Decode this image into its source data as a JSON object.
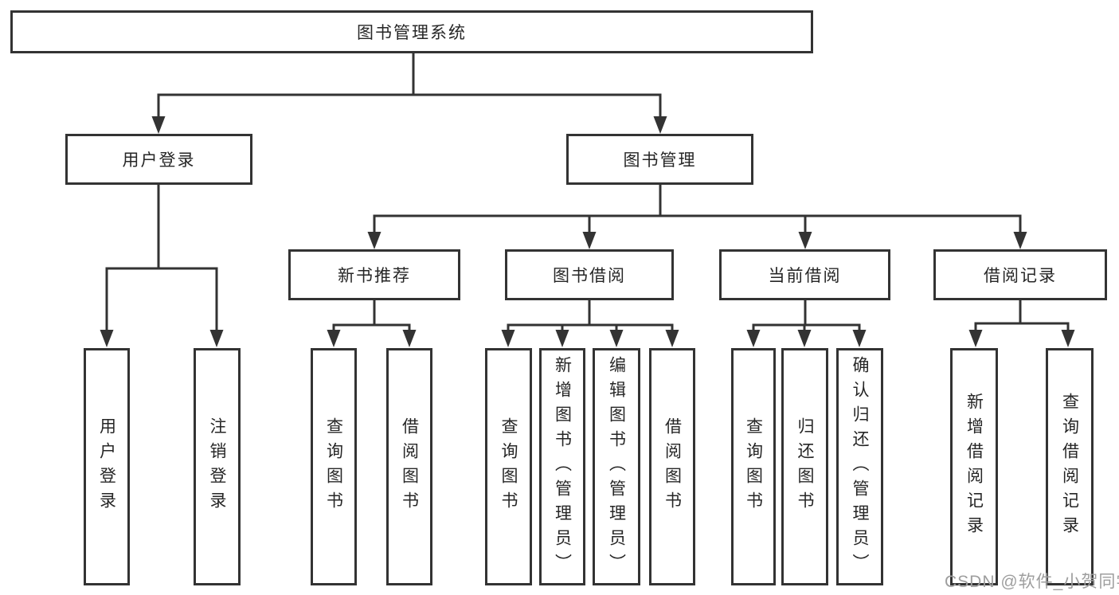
{
  "diagram": {
    "title": "图书管理系统",
    "type": "tree",
    "root": {
      "label": "图书管理系统"
    },
    "level2": [
      {
        "label": "用户登录"
      },
      {
        "label": "图书管理"
      }
    ],
    "level3": [
      {
        "label": "新书推荐"
      },
      {
        "label": "图书借阅"
      },
      {
        "label": "当前借阅"
      },
      {
        "label": "借阅记录"
      }
    ],
    "leaves": {
      "user_login": [
        {
          "label": "用户登录"
        },
        {
          "label": "注销登录"
        }
      ],
      "new_book_recommend": [
        {
          "label": "查询图书"
        },
        {
          "label": "借阅图书"
        }
      ],
      "book_borrow": [
        {
          "label": "查询图书"
        },
        {
          "label": "新增图书（管理员）"
        },
        {
          "label": "编辑图书（管理员）"
        },
        {
          "label": "借阅图书"
        }
      ],
      "current_borrow": [
        {
          "label": "查询图书"
        },
        {
          "label": "归还图书"
        },
        {
          "label": "确认归还（管理员）"
        }
      ],
      "borrow_records": [
        {
          "label": "新增借阅记录"
        },
        {
          "label": "查询借阅记录"
        }
      ]
    }
  },
  "watermark": {
    "text": "CSDN @软件_小贺同学"
  },
  "colors": {
    "line": "#333333",
    "text": "#262626",
    "watermark": "#9e9e9e",
    "background": "#ffffff"
  }
}
